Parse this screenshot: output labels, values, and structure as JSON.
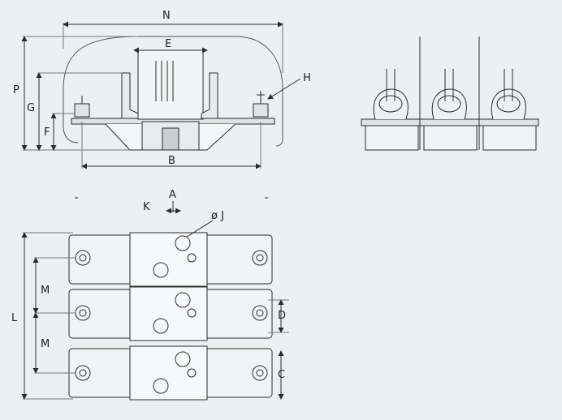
{
  "colors": {
    "background": "#eceff3",
    "line": "#2b2b2b",
    "thin": "#4a4a4a",
    "fill_light": "#dfe3e8"
  },
  "labels": {
    "N": "N",
    "E": "E",
    "P": "P",
    "G": "G",
    "F": "F",
    "H": "H",
    "B": "B",
    "A": "A",
    "K": "K",
    "J": "ø J",
    "L": "L",
    "M1": "M",
    "M2": "M",
    "D": "D",
    "C": "C"
  }
}
